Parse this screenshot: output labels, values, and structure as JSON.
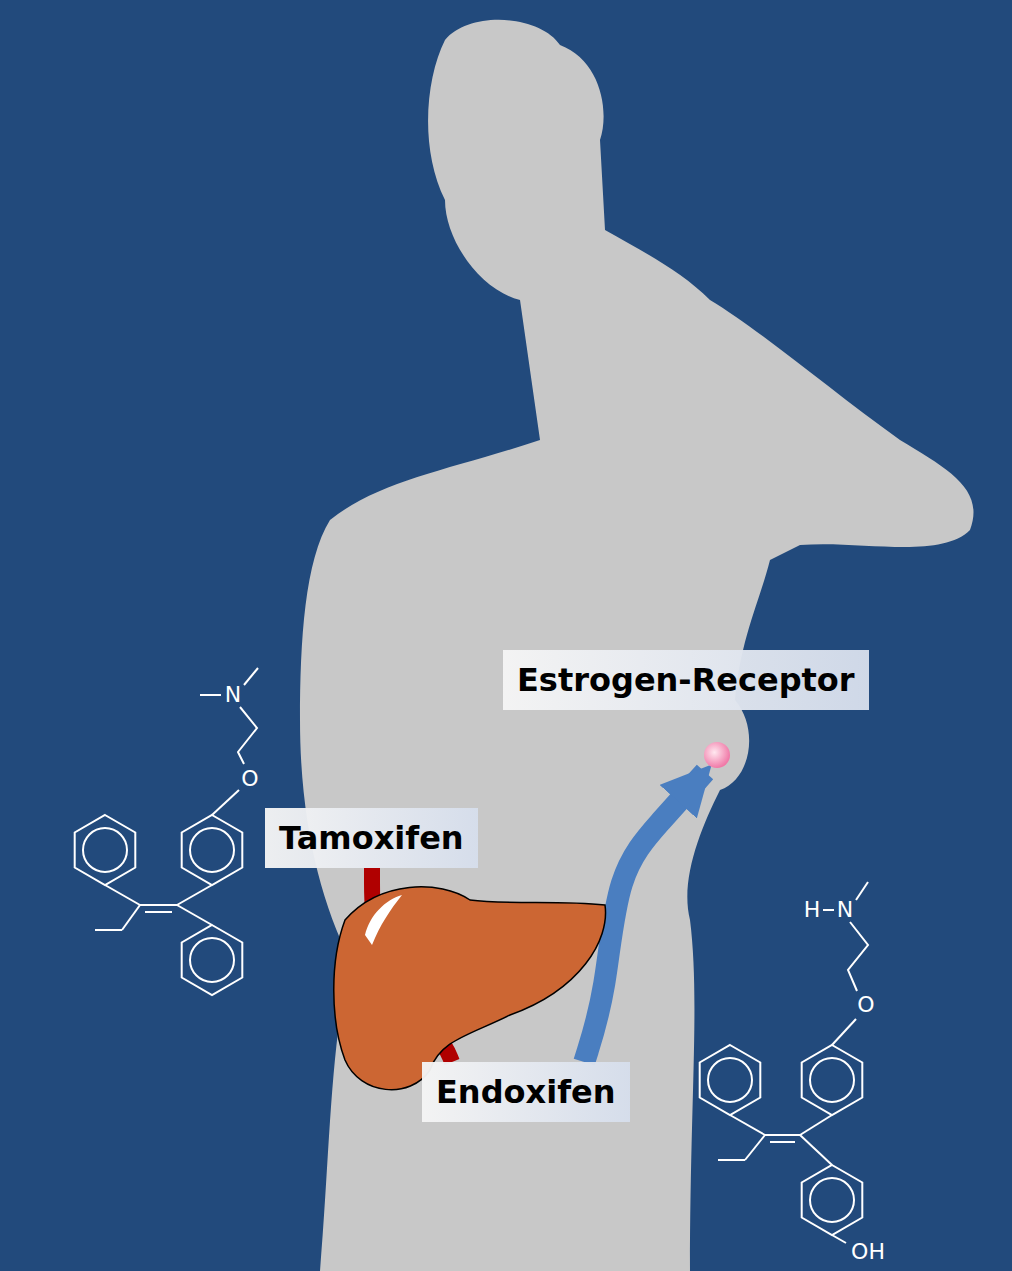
{
  "diagram": {
    "nodes": [
      {
        "text": [
          "Tamoxifen"
        ]
      },
      {
        "text": [
          "Endoxifen"
        ]
      },
      {
        "text": [
          "Estrogen-Receptor"
        ]
      }
    ],
    "edges": [
      {
        "from": 0,
        "to": 1,
        "arrow": "none"
      },
      {
        "from": 1,
        "to": 2,
        "arrow": "to"
      }
    ],
    "labels": [
      "N",
      "O",
      "H",
      "N",
      "O",
      "OH"
    ]
  }
}
